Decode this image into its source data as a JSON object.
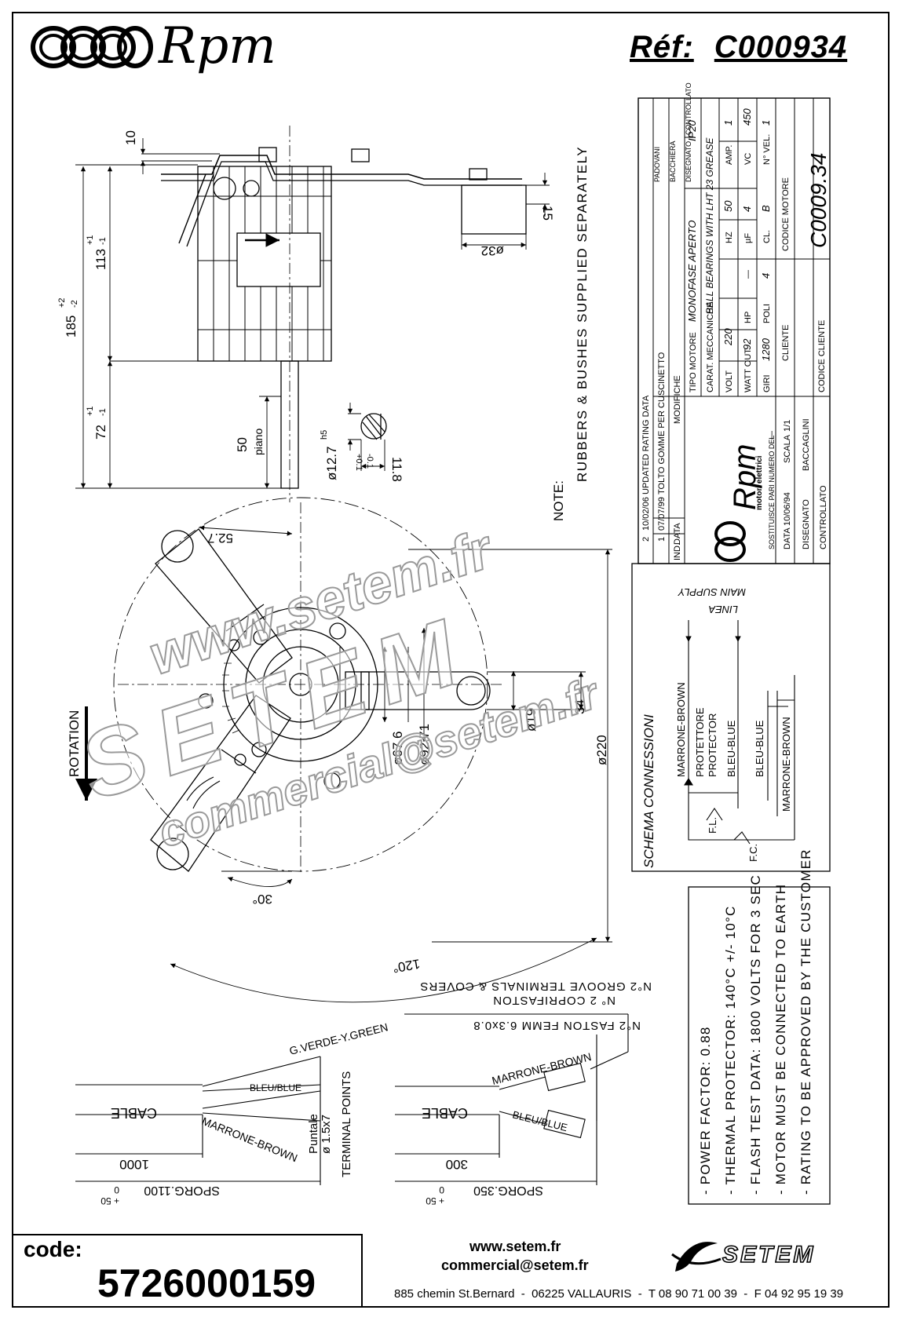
{
  "header": {
    "brand": "Rpm",
    "ref_label": "Réf:",
    "ref_value": "C000934"
  },
  "notes": {
    "note_label": "NOTE:",
    "rubbers": "RUBBERS & BUSHES SUPPLIED SEPARATELY",
    "rotation": "ROTATION",
    "groove": "N°2 GROOVE TERMINALS & COVERS",
    "coprifaston": "N° 2 COPRIFASTON",
    "faston": "N°2 FASTON FEMM 6.3x0.8"
  },
  "dimensions": {
    "d10": "10",
    "d185": "185",
    "d185_tol_up": "+2",
    "d185_tol_dn": "-2",
    "d113": "113",
    "d113_tol_up": "+1",
    "d113_tol_dn": "-1",
    "d72": "72",
    "d72_tol_up": "+1",
    "d72_tol_dn": "-1",
    "d50": "50",
    "piano": "piano",
    "d15": "15",
    "dia32": "ø32",
    "dia127": "ø12.7",
    "h5": "h5",
    "d118": "11.8",
    "d118_tol_a": "-0.1",
    "d118_tol_b": "+0.1",
    "d527": "52.7",
    "dia676": "ø67.6",
    "dia9271": "ø92.71",
    "dia19": "ø19",
    "d34": "34",
    "dia220": "ø220",
    "a30": "30°",
    "a120": "120°"
  },
  "schema": {
    "title": "SCHEMA CONNESSIONI",
    "linea": "LINEA",
    "main_supply": "MAIN SUPPLY",
    "marrone_brown": "MARRONE-BROWN",
    "protettore": "PROTETTORE",
    "protector": "PROTECTOR",
    "bleu_blue_1": "BLEU-BLUE",
    "bleu_blue_2": "BLEU-BLUE",
    "marrone_brown_2": "MARRONE-BROWN",
    "fl": "F.L.",
    "fc": "F.C."
  },
  "specs": {
    "lines": [
      "- POWER FACTOR: 0.88",
      "- THERMAL PROTECTOR: 140°C +/- 10°C",
      "- FLASH TEST DATA: 1800 VOLTS FOR 3 SEC",
      "- MOTOR MUST BE CONNECTED TO EARTH",
      "- RATING TO BE APPROVED BY THE CUSTOMER"
    ]
  },
  "titleblock": {
    "rev2_num": "2",
    "rev2_date": "10/02/06",
    "rev2_text": "UPDATED RATING DATA",
    "rev1_num": "1",
    "rev1_date": "07/07/99",
    "rev1_text": "TOLTO GOMME PER CUSCINETTO",
    "ind_label": "IND.",
    "data_label": "DATA",
    "modifiche_label": "MODIFICHE",
    "dash": "—",
    "sign_names": [
      "PADOVANI",
      "BACCHIERA",
      "DISEGNATO"
    ],
    "controllato_top": "CONTROLLATO",
    "tipo_motore_label": "TIPO MOTORE",
    "tipo_motore": "MONOFASE APERTO",
    "ip": "IP20",
    "carat_label": "CARAT. MECCANICHE",
    "carat": "BALL BEARINGS WITH LHT 23 GREASE",
    "volt_label": "VOLT",
    "volt": "220",
    "hz_label": "HZ",
    "hz": "50",
    "amp_label": "AMP.",
    "amp": "1",
    "watt_label": "WATT OUT",
    "watt": "92",
    "hp_label": "HP",
    "hp": "—",
    "uf_label": "µF",
    "uf": "4",
    "vc_label": "VC",
    "vc": "450",
    "giri_label": "GIRI",
    "giri": "1280",
    "poli_label": "POLI",
    "poli": "4",
    "cl_label": "CL.",
    "cl": "B",
    "nvel_label": "N° VEL.",
    "nvel": "1",
    "cliente_label": "CLIENTE",
    "codice_motore_label": "CODICE MOTORE",
    "codice_motore": "C0009.34",
    "codice_cliente_label": "CODICE CLIENTE",
    "sostituisce_label": "SOSTITUISCE PARI NUMERO DEL",
    "sostituisce": "—",
    "scala_label": "SCALA",
    "scala": "1/1",
    "data2_label": "DATA",
    "data2": "10/06/94",
    "disegnato_label": "DISEGNATO",
    "disegnato": "BACCAGLINI",
    "controllato_label": "CONTROLLATO",
    "logo_word": "Rpm",
    "logo_sub": "motori elettrici"
  },
  "cables": {
    "left": {
      "verde": "G.VERDE-Y.GREEN",
      "bleu": "BLEU/BLUE",
      "marrone": "MARRONE-BROWN",
      "cable": "CABLE",
      "len": "1000",
      "sporg": "SPORG.1100",
      "sporg_tol_a": "0",
      "sporg_tol_b": "+ 50",
      "puntale": "Puntale",
      "puntale_dim": "ø 1.5x7",
      "terminal": "TERMINAL POINTS"
    },
    "right": {
      "marrone": "MARRONE-BROWN",
      "bleu": "BLEU/BLUE",
      "cable": "CABLE",
      "len": "300",
      "sporg": "SPORG.350",
      "sporg_tol_a": "0",
      "sporg_tol_b": "+ 50"
    }
  },
  "watermark": {
    "site": "www.setem.fr",
    "name": "SETEM",
    "mail": "commercial@setem.fr"
  },
  "footer": {
    "code_label": "code:",
    "code_value": "5726000159",
    "web": "www.setem.fr",
    "mail": "commercial@setem.fr",
    "address": "885 chemin St.Bernard",
    "city": "06225 VALLAURIS",
    "tel": "T 08 90 71 00 39",
    "fax": "F 04 92 95 19 39",
    "logo": "SETEM"
  }
}
